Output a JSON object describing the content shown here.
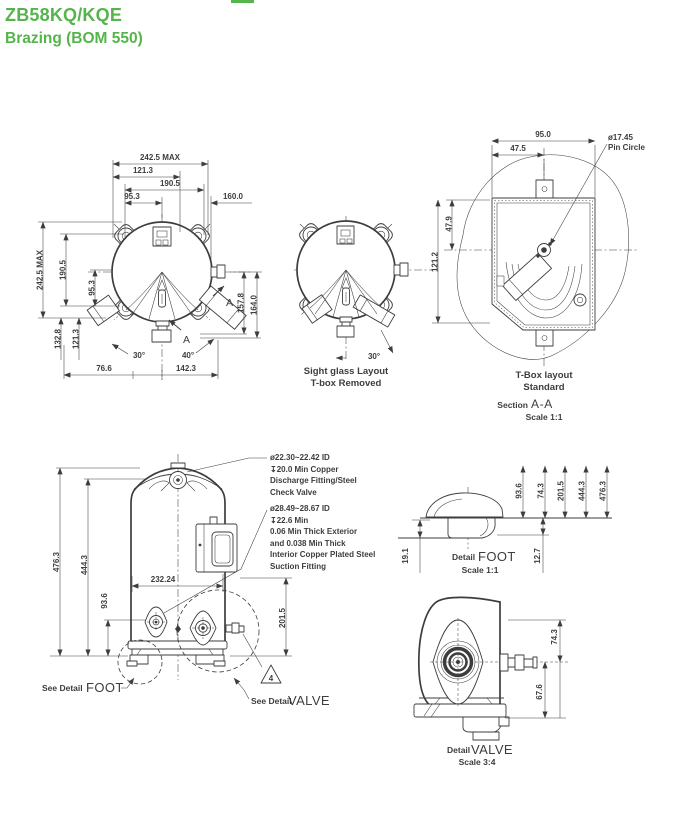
{
  "colors": {
    "accent_green": "#56b44c",
    "line": "#3d3d3d"
  },
  "header": {
    "model": "ZB58KQ/KQE",
    "subtitle": "Brazing (BOM 550)"
  },
  "top_view": {
    "dim_width_max": "242.5 MAX",
    "dim_1213_top": "121.3",
    "dim_1905_top": "190.5",
    "dim_953_top": "95.3",
    "dim_1600": "160.0",
    "dim_height_max": "242.5 MAX",
    "dim_1905_left": "190.5",
    "dim_953_left": "95.3",
    "dim_1328": "132.8",
    "dim_1213_left": "121.3",
    "dim_1578": "157.8",
    "dim_1640": "164.0",
    "angle_left": "30°",
    "angle_right": "40°",
    "dim_766": "76.6",
    "dim_1423": "142.3",
    "section_arrow_top": "A",
    "section_arrow_bottom": "A"
  },
  "sight_glass_view": {
    "angle": "30°",
    "caption_line1": "Sight glass Layout",
    "caption_line2": "T-box Removed"
  },
  "tbox_view": {
    "dim_950": "95.0",
    "dim_475": "47.5",
    "dim_479": "47.9",
    "dim_1212": "121.2",
    "pin_circle_line1": "ø17.45",
    "pin_circle_line2": "Pin Circle",
    "caption_line1": "T-Box layout",
    "caption_line2": "Standard",
    "section_label": "Section",
    "section_name": "A-A",
    "scale": "Scale 1:1"
  },
  "side_view": {
    "dim_4763": "476.3",
    "dim_4443": "444.3",
    "dim_936": "93.6",
    "dim_23224": "232.24",
    "dim_2015": "201.5",
    "discharge_note": [
      "ø22.30~22.42 ID",
      "↧20.0 Min Copper",
      "Discharge Fitting/Steel",
      "Check Valve"
    ],
    "suction_note": [
      "ø28.49~28.67 ID",
      "↧22.6 Min",
      "0.06 Min Thick Exterior",
      "and 0.038 Min Thick",
      "Interior Copper Plated Steel",
      "Suction Fitting"
    ],
    "see_detail_foot_prefix": "See Detail",
    "see_detail_foot_name": "FOOT",
    "see_detail_valve_prefix": "See Detail",
    "see_detail_valve_name": "VALVE",
    "warning_flag": "4"
  },
  "foot_detail": {
    "stack_dims": [
      "93.6",
      "74.3",
      "201.5",
      "444.3",
      "476.3"
    ],
    "dim_191": "19.1",
    "dim_127": "12.7",
    "caption_prefix": "Detail",
    "caption_name": "FOOT",
    "scale": "Scale 1:1"
  },
  "valve_detail": {
    "dim_743": "74.3",
    "dim_676": "67.6",
    "caption_prefix": "Detail",
    "caption_name": "VALVE",
    "scale": "Scale 3:4"
  }
}
